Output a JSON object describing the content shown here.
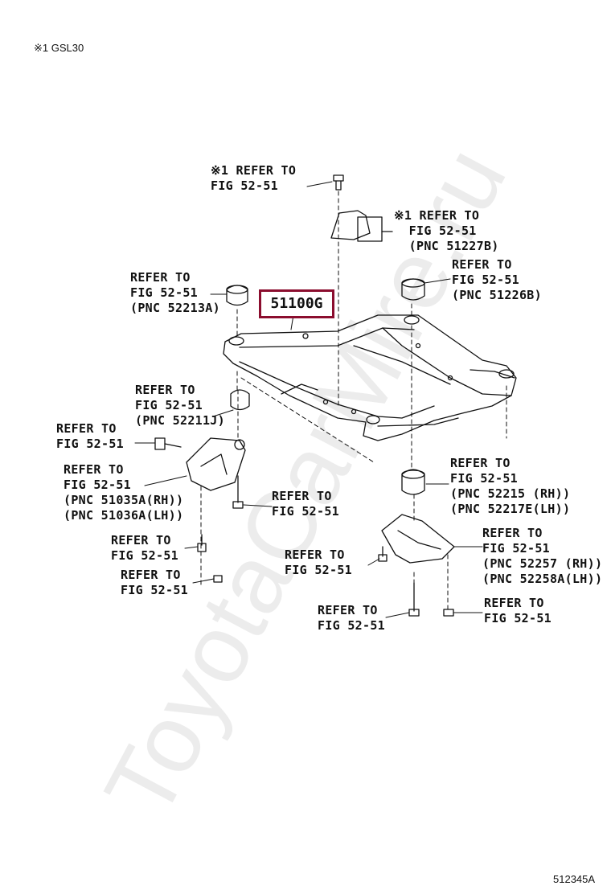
{
  "header_note": "※1 GSL30",
  "part_number": "51100G",
  "figure_id": "512345A",
  "watermark": "ToyotaCarMire.ru",
  "callouts": [
    {
      "id": "top-bolt",
      "text": "※1 REFER TO\nFIG 52-51"
    },
    {
      "id": "bracket-51227b",
      "text": "※1 REFER TO\n  FIG 52-51\n  (PNC 51227B)"
    },
    {
      "id": "cushion-52213a",
      "text": "REFER TO\nFIG 52-51\n(PNC 52213A)"
    },
    {
      "id": "cushion-51226b",
      "text": "REFER TO\nFIG 52-51\n(PNC 51226B)"
    },
    {
      "id": "cushion-52211j",
      "text": "REFER TO\nFIG 52-51\n(PNC 52211J)"
    },
    {
      "id": "bolt-left",
      "text": "REFER TO\nFIG 52-51"
    },
    {
      "id": "brace-51035a",
      "text": "REFER TO\nFIG 52-51\n(PNC 51035A(RH))\n(PNC 51036A(LH))"
    },
    {
      "id": "bolt-long-left",
      "text": "REFER TO\nFIG 52-51"
    },
    {
      "id": "bolt-small-left",
      "text": "REFER TO\nFIG 52-51"
    },
    {
      "id": "nut-left",
      "text": "REFER TO\nFIG 52-51"
    },
    {
      "id": "cushion-52215",
      "text": "REFER TO\nFIG 52-51\n(PNC 52215 (RH))\n(PNC 52217E(LH))"
    },
    {
      "id": "brace-52257",
      "text": "REFER TO\nFIG 52-51\n(PNC 52257 (RH))\n(PNC 52258A(LH))"
    },
    {
      "id": "bolt-right-small",
      "text": "REFER TO\nFIG 52-51"
    },
    {
      "id": "bolt-long-right",
      "text": "REFER TO\nFIG 52-51"
    },
    {
      "id": "nut-right",
      "text": "REFER TO\nFIG 52-51"
    }
  ]
}
